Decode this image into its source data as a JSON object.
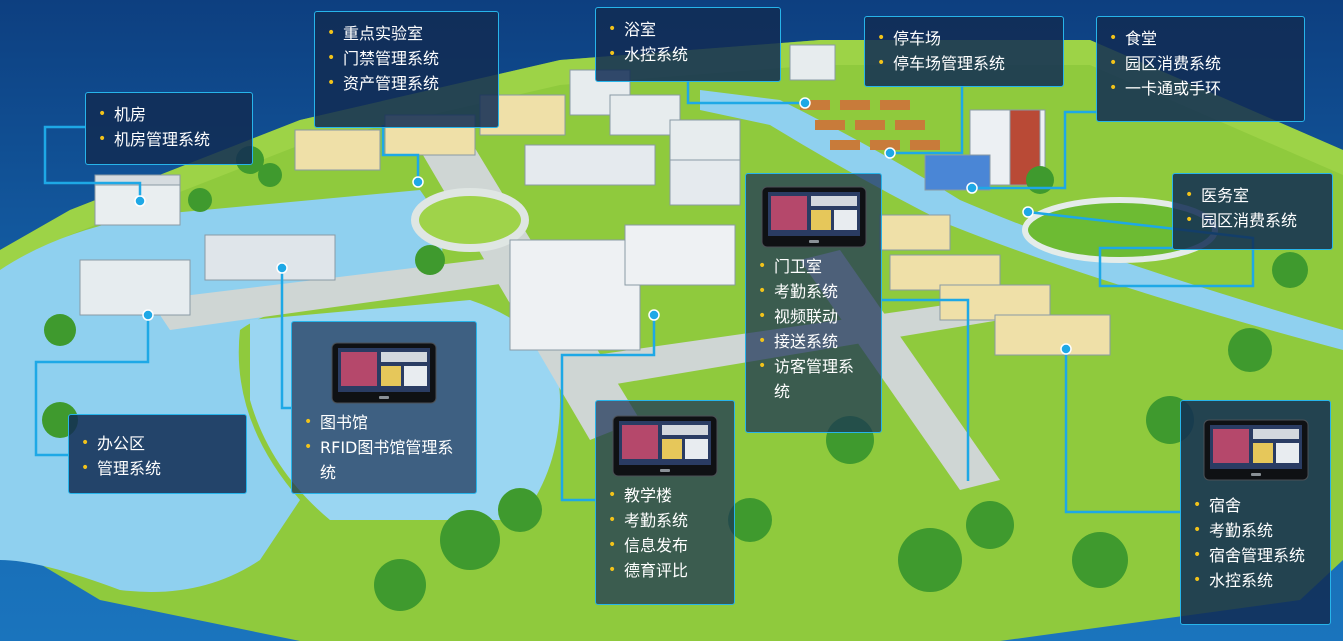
{
  "colors": {
    "panel_border": "#27b4ea",
    "connector": "#1ea8e6",
    "bullet": "#f2c31a",
    "grass": "#8fca3d",
    "water": "#8fd0ef",
    "background": "#1565ad"
  },
  "icons": [
    "tablet-kiosk-icon",
    "bullet-dot-icon",
    "building-icon",
    "tree-icon"
  ],
  "callouts": {
    "lab": {
      "items": [
        "重点实验室",
        "门禁管理系统",
        "资产管理系统"
      ]
    },
    "bathroom": {
      "items": [
        "浴室",
        "水控系统"
      ]
    },
    "parking": {
      "items": [
        "停车场",
        "停车场管理系统"
      ]
    },
    "canteen": {
      "items": [
        "食堂",
        "园区消费系统",
        "一卡通或手环"
      ]
    },
    "server_room": {
      "items": [
        "机房",
        "机房管理系统"
      ]
    },
    "clinic": {
      "items": [
        "医务室",
        "园区消费系统"
      ]
    },
    "gate": {
      "items": [
        "门卫室",
        "考勤系统",
        "视频联动",
        "接送系统",
        "访客管理系统"
      ]
    },
    "library": {
      "items": [
        "图书馆",
        "RFID图书馆管理系统"
      ]
    },
    "office": {
      "items": [
        "办公区",
        "管理系统"
      ]
    },
    "teaching": {
      "items": [
        "教学楼",
        "考勤系统",
        "信息发布",
        "德育评比"
      ]
    },
    "dorm": {
      "items": [
        "宿舍",
        "考勤系统",
        "宿舍管理系统",
        "水控系统"
      ]
    }
  }
}
